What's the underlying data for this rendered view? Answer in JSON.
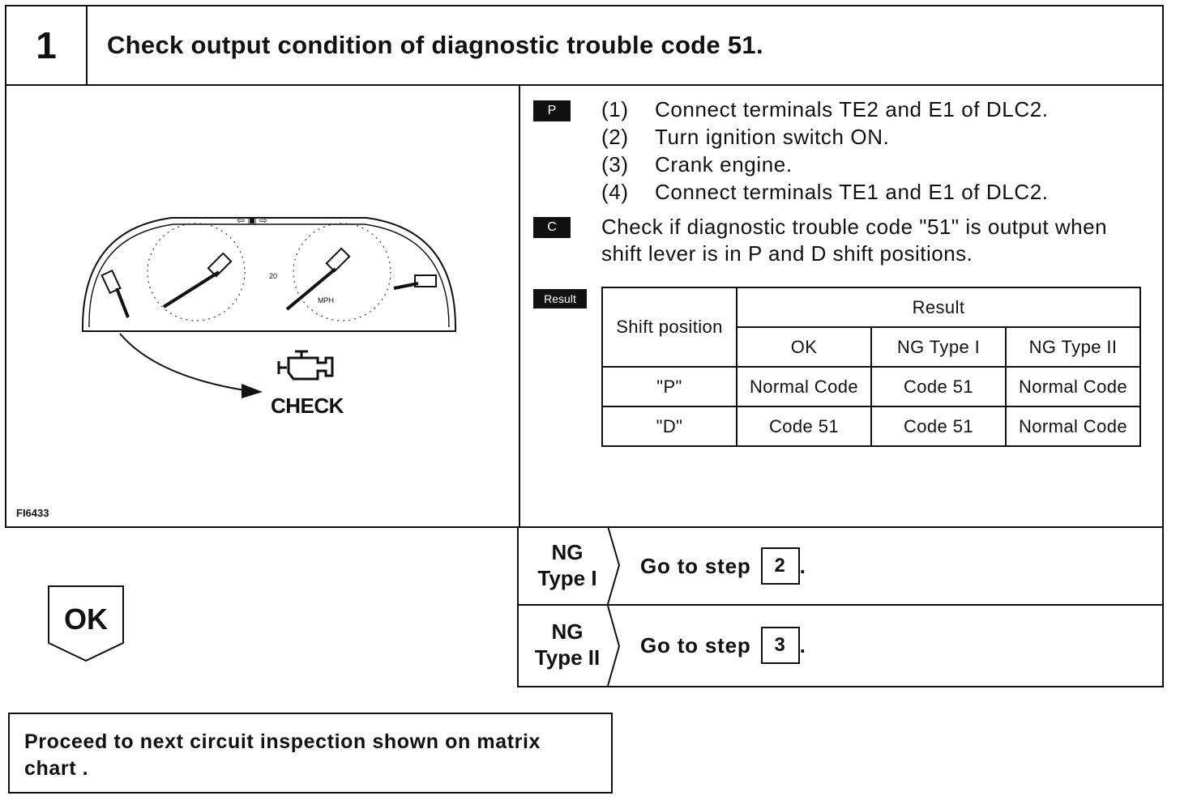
{
  "header": {
    "step_number": "1",
    "title": "Check output condition of diagnostic trouble code 51."
  },
  "figure": {
    "id": "FI6433",
    "check_label": "CHECK"
  },
  "badges": {
    "prepare": "P",
    "check": "C",
    "result": "Result"
  },
  "procedure": [
    {
      "num": "(1)",
      "text": "Connect terminals TE2 and E1 of DLC2."
    },
    {
      "num": "(2)",
      "text": "Turn ignition switch ON."
    },
    {
      "num": "(3)",
      "text": "Crank engine."
    },
    {
      "num": "(4)",
      "text": "Connect terminals TE1 and E1 of DLC2."
    }
  ],
  "check_instruction": "Check if diagnostic trouble code \"51\" is output when shift lever is in P and D shift positions.",
  "result_table": {
    "header_position": "Shift position",
    "header_result": "Result",
    "columns": [
      "OK",
      "NG Type I",
      "NG Type II"
    ],
    "rows": [
      {
        "position": "\"P\"",
        "values": [
          "Normal Code",
          "Code 51",
          "Normal Code"
        ]
      },
      {
        "position": "\"D\"",
        "values": [
          "Code 51",
          "Code 51",
          "Normal Code"
        ]
      }
    ]
  },
  "outcomes": [
    {
      "label_line1": "NG",
      "label_line2": "Type I",
      "action": "Go to step",
      "step": "2"
    },
    {
      "label_line1": "NG",
      "label_line2": "Type II",
      "action": "Go to step",
      "step": "3"
    }
  ],
  "ok_label": "OK",
  "next_action": "Proceed to next circuit inspection shown on matrix chart ."
}
